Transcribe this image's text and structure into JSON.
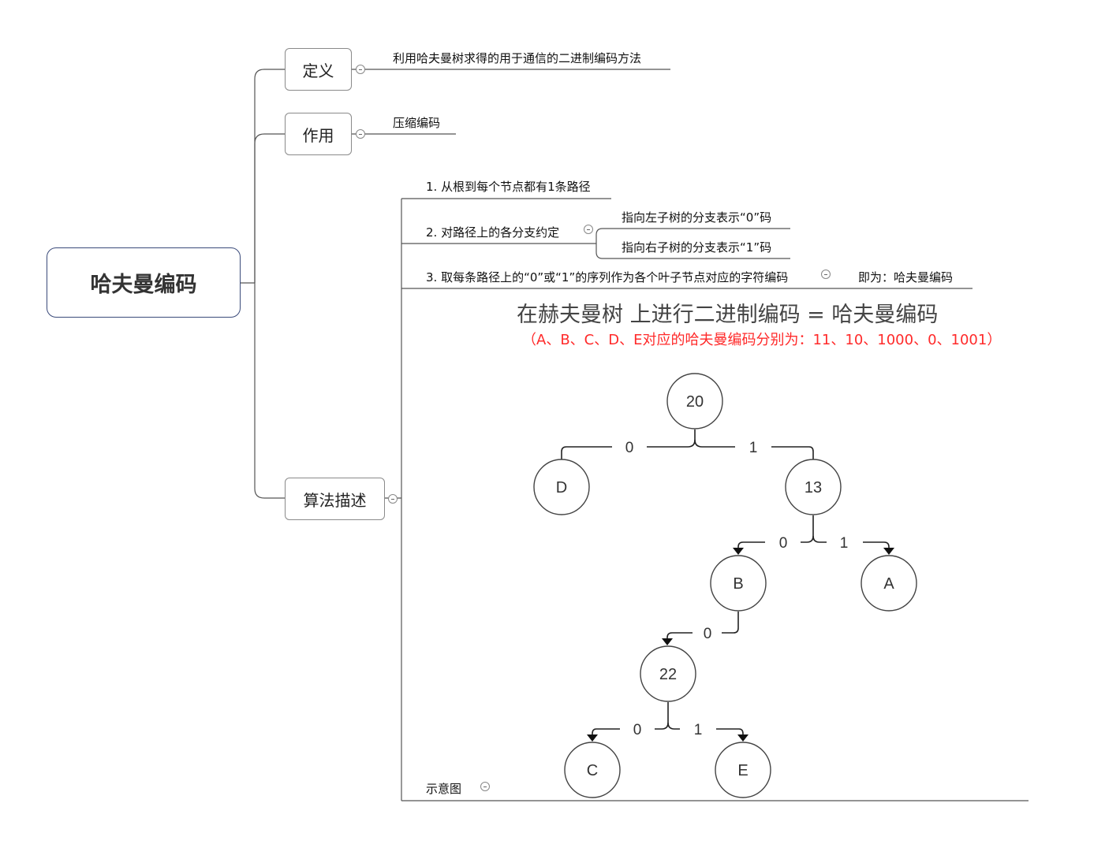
{
  "root": {
    "label": "哈夫曼编码"
  },
  "branches": {
    "definition": {
      "label": "定义",
      "leaf": "利用哈夫曼树求得的用于通信的二进制编码方法"
    },
    "purpose": {
      "label": "作用",
      "leaf": "压缩编码"
    },
    "algorithm": {
      "label": "算法描述",
      "steps": {
        "s1": "1. 从根到每个节点都有1条路径",
        "s2": "2. 对路径上的各分支约定",
        "s2a": "指向左子树的分支表示“0”码",
        "s2b": "指向右子树的分支表示“1”码",
        "s3": "3. 取每条路径上的“0”或“1”的序列作为各个叶子节点对应的字符编码",
        "s3a": "即为：哈夫曼编码"
      },
      "figure_label": "示意图"
    }
  },
  "figure": {
    "title": "在赫夫曼树 上进行二进制编码 = 哈夫曼编码",
    "note": "（A、B、C、D、E对应的哈夫曼编码分别为：11、10、1000、0、1001）",
    "nodes": {
      "n20": "20",
      "nD": "D",
      "n13": "13",
      "nB": "B",
      "nA": "A",
      "n22": "22",
      "nC": "C",
      "nE": "E"
    },
    "edge_labels": {
      "e20_D": "0",
      "e20_13": "1",
      "e13_B": "0",
      "e13_A": "1",
      "eB_22": "0",
      "e22_C": "0",
      "e22_E": "1"
    }
  },
  "colors": {
    "root_border": "#3a4a7a",
    "note_red": "#ff2a2a",
    "line": "#555555"
  }
}
